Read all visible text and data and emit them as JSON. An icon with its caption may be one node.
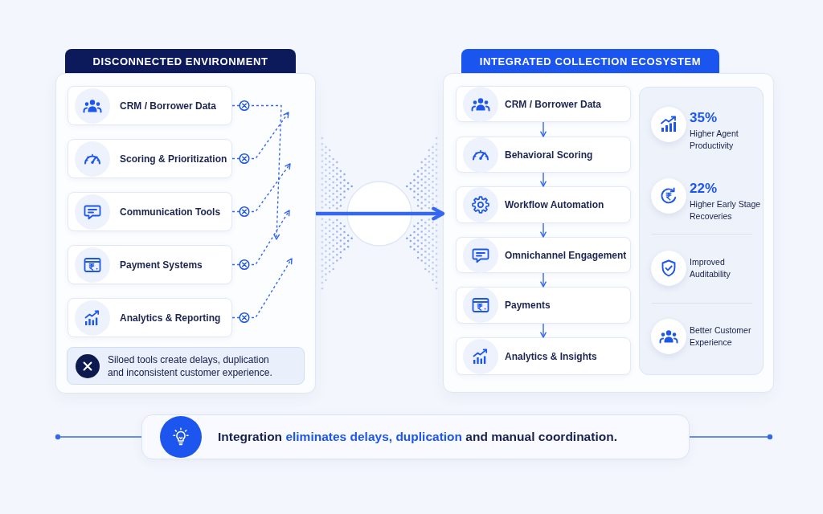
{
  "diagram": {
    "nodes": [
      {
        "text": [
          "DISCONNECTED ENVIRONMENT"
        ]
      },
      {
        "text": [
          "CRM / Borrower Data"
        ],
        "in": 0
      },
      {
        "text": [
          "Scoring & Prioritization"
        ],
        "in": 0
      },
      {
        "text": [
          "Communication Tools"
        ],
        "in": 0
      },
      {
        "text": [
          "Payment Systems"
        ],
        "in": 0
      },
      {
        "text": [
          "Analytics & Reporting"
        ],
        "in": 0
      },
      {
        "text": [
          "Siloed tools create delays, duplication and inconsistent customer experience."
        ],
        "in": 0
      },
      {
        "text": [
          "INTEGRATED COLLECTION ECOSYSTEM"
        ]
      },
      {
        "text": [
          "CRM / Borrower Data"
        ],
        "in": 7
      },
      {
        "text": [
          "Behavioral Scoring"
        ],
        "in": 7
      },
      {
        "text": [
          "Workflow Automation"
        ],
        "in": 7
      },
      {
        "text": [
          "Omnichannel Engagement"
        ],
        "in": 7
      },
      {
        "text": [
          "Payments"
        ],
        "in": 7
      },
      {
        "text": [
          "Analytics & Insights"
        ],
        "in": 7
      },
      {
        "text": [
          "35%",
          "Higher Agent Productivity",
          "22%",
          "Higher Early Stage Recoveries",
          "Improved Auditability",
          "Better Customer Experience"
        ],
        "in": 7
      },
      {
        "text": [
          "Integration **eliminates delays, duplication** and manual coordination."
        ]
      }
    ],
    "edges": [
      {
        "from": 1,
        "to": null,
        "arrow": "to",
        "style": "dashed"
      },
      {
        "from": 2,
        "to": null,
        "arrow": "to",
        "style": "dashed"
      },
      {
        "from": 3,
        "to": null,
        "arrow": "to",
        "style": "dashed"
      },
      {
        "from": 4,
        "to": null,
        "arrow": "to",
        "style": "dashed"
      },
      {
        "from": 5,
        "to": null,
        "arrow": "to",
        "style": "dashed"
      },
      {
        "from": 0,
        "to": 7,
        "arrow": "to",
        "style": "thick"
      },
      {
        "from": 8,
        "to": 9,
        "arrow": "to"
      },
      {
        "from": 9,
        "to": 10,
        "arrow": "to"
      },
      {
        "from": 10,
        "to": 11,
        "arrow": "to"
      },
      {
        "from": 11,
        "to": 12,
        "arrow": "to"
      },
      {
        "from": 12,
        "to": 13,
        "arrow": "to"
      },
      {
        "from": null,
        "to": 15,
        "arrow": "other"
      },
      {
        "from": 15,
        "to": null,
        "arrow": "other"
      }
    ]
  }
}
